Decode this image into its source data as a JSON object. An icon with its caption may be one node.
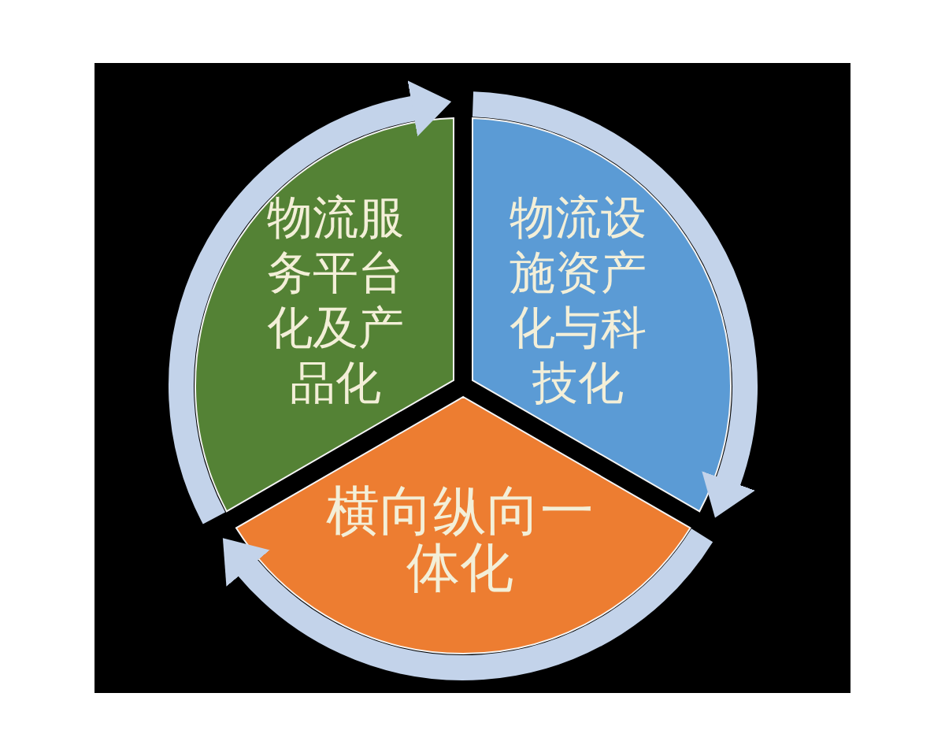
{
  "diagram": {
    "nodes": [
      {
        "text": [
          "物流服务平台化及产品化"
        ]
      },
      {
        "text": [
          "物流设施资产化与科技化"
        ]
      },
      {
        "text": [
          "横向纵向一体化"
        ]
      }
    ],
    "edges": [
      {
        "from": 0,
        "to": 1,
        "arrow": "to"
      },
      {
        "from": 1,
        "to": 2,
        "arrow": "to"
      },
      {
        "from": 2,
        "to": 0,
        "arrow": "to"
      }
    ]
  }
}
